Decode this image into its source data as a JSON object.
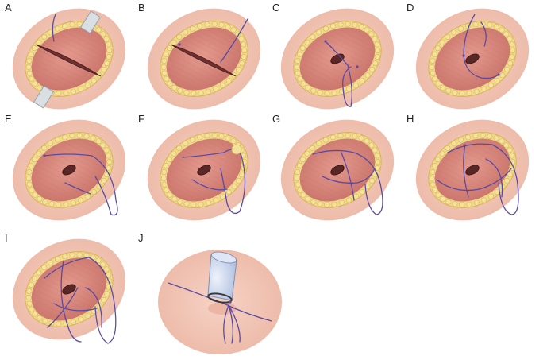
{
  "figure": {
    "panels": [
      {
        "label": "A"
      },
      {
        "label": "B"
      },
      {
        "label": "C"
      },
      {
        "label": "D"
      },
      {
        "label": "E"
      },
      {
        "label": "F"
      },
      {
        "label": "G"
      },
      {
        "label": "H"
      },
      {
        "label": "I"
      },
      {
        "label": "J"
      }
    ]
  },
  "colors": {
    "skin": "#f2c8b8",
    "fat": "#f0d98a",
    "fat_dark": "#d9b45a",
    "muscle": "#d98a7e",
    "muscle_dark": "#c56f66",
    "suture": "#5b4aa0",
    "retractor": "#d9dfe3",
    "tube": "#c9d6ee"
  }
}
